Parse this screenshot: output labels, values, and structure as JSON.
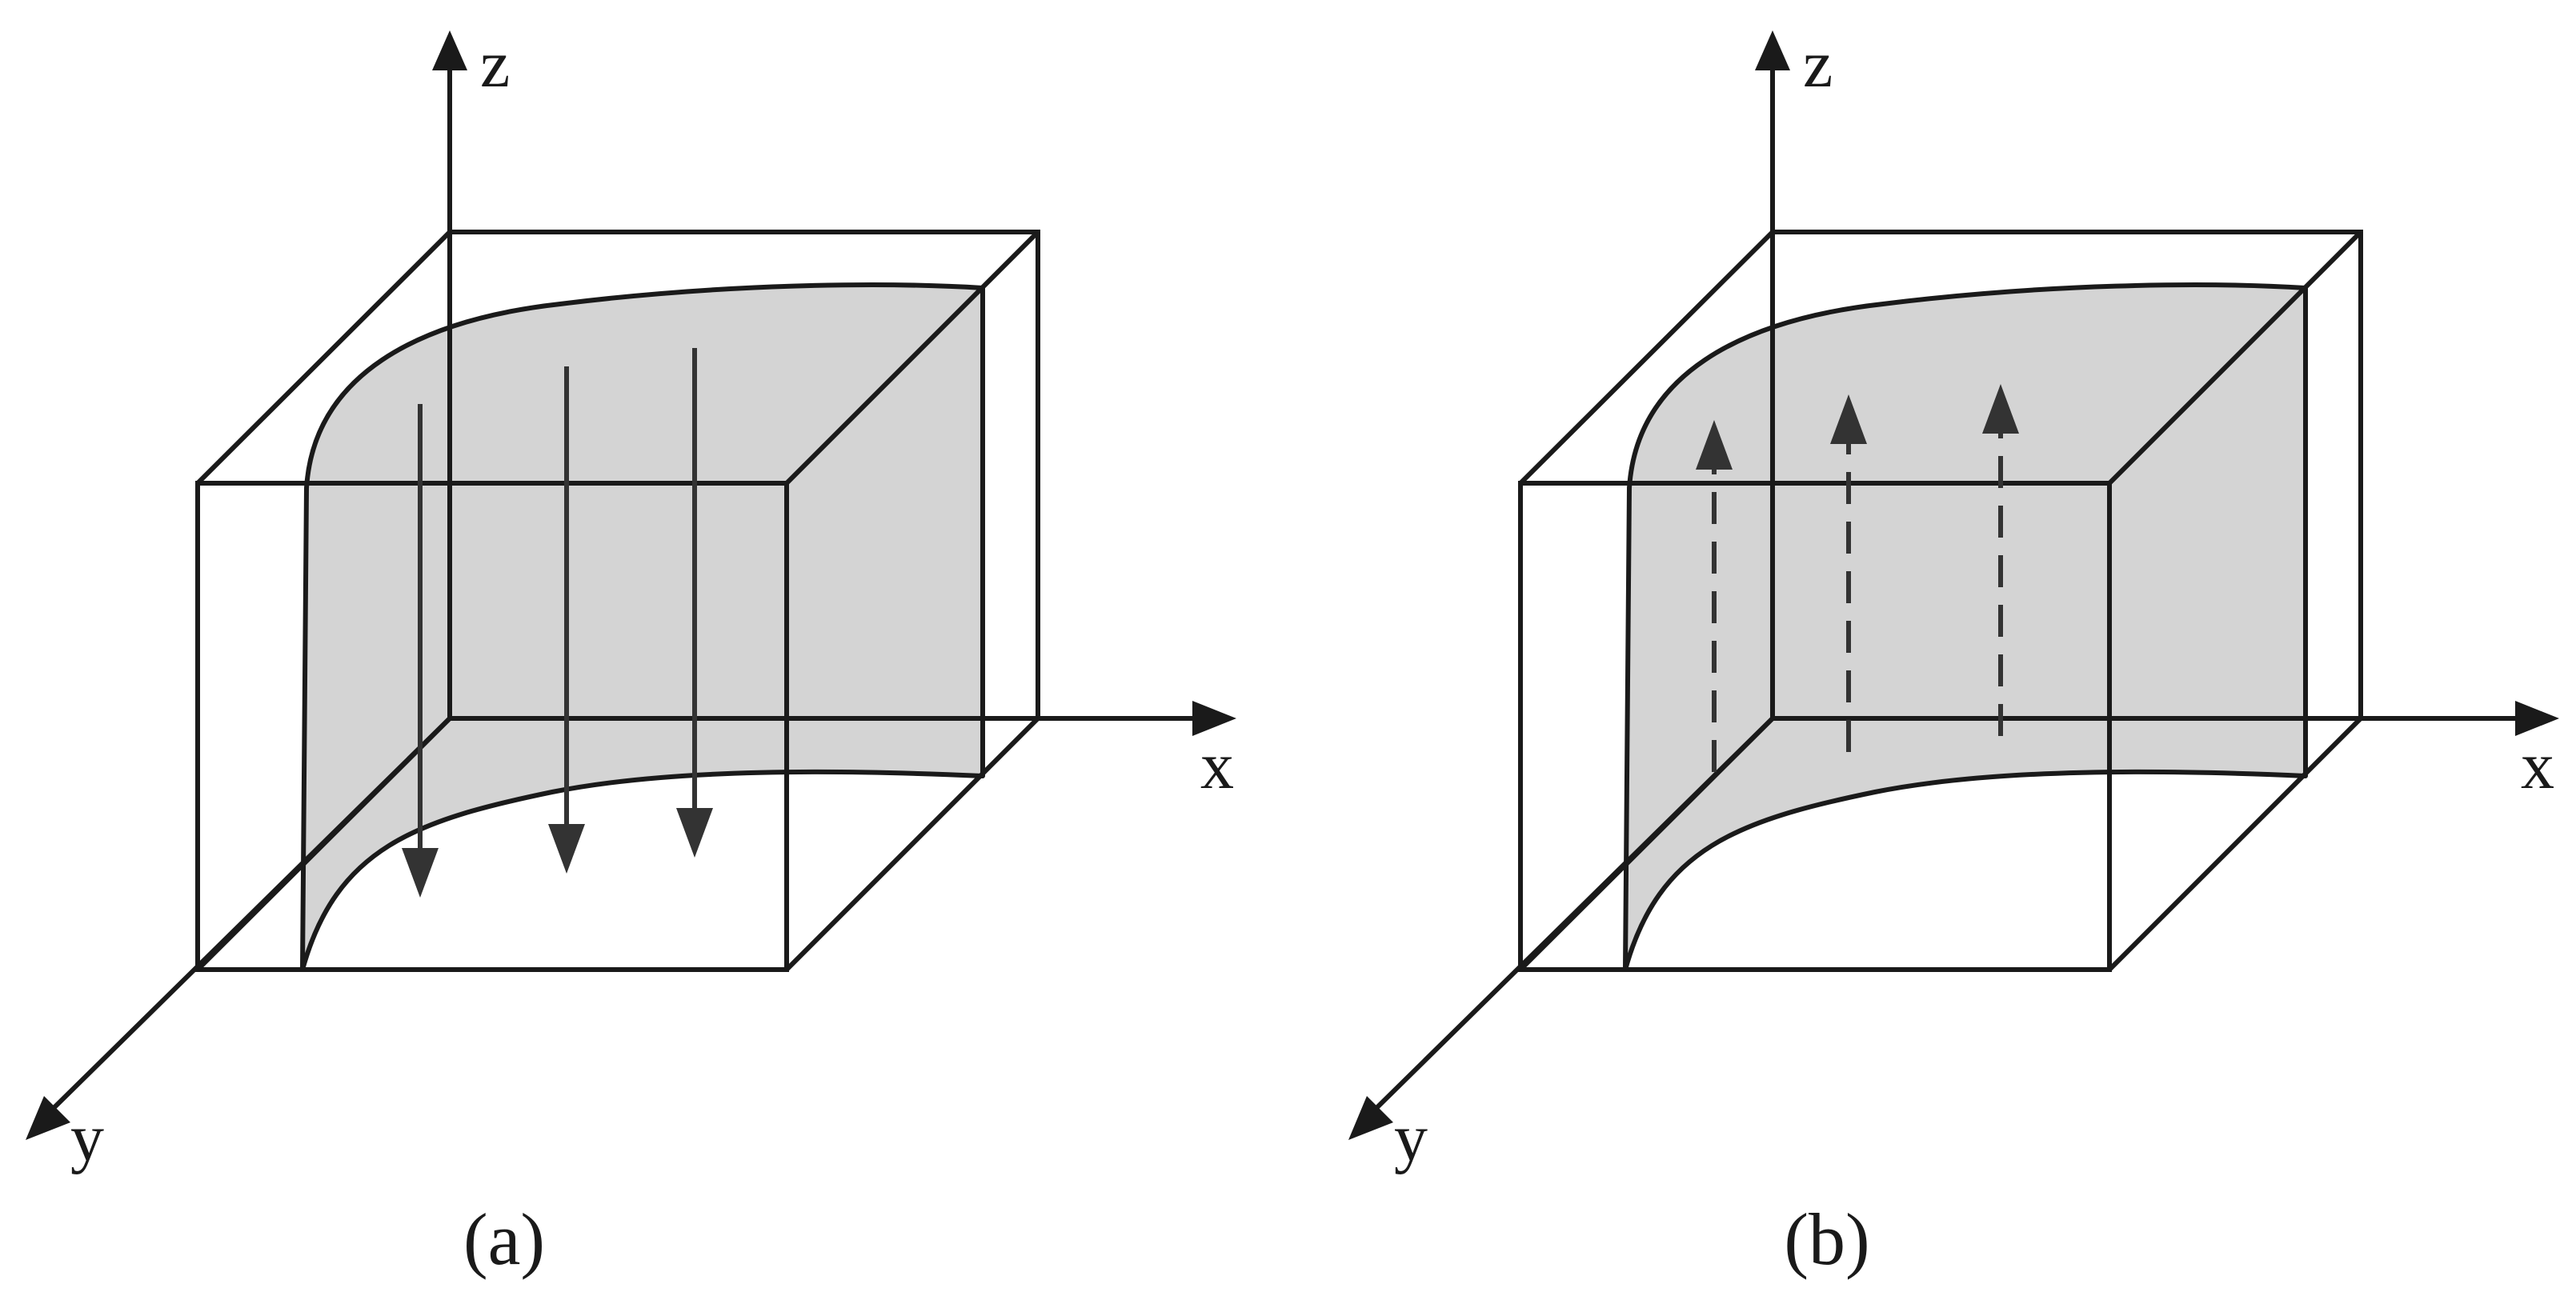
{
  "panels": [
    {
      "id": "a",
      "caption": "(a)",
      "axes": {
        "x": "x",
        "y": "y",
        "z": "z"
      },
      "flow_direction": "down",
      "flow_line_style": "solid"
    },
    {
      "id": "b",
      "caption": "(b)",
      "axes": {
        "x": "x",
        "y": "y",
        "z": "z"
      },
      "flow_direction": "up",
      "flow_line_style": "dashed"
    }
  ],
  "colors": {
    "surface_fill": "#d4d4d4",
    "line": "#1a1a1a",
    "flow_arrow": "#333333",
    "background": "#ffffff"
  }
}
